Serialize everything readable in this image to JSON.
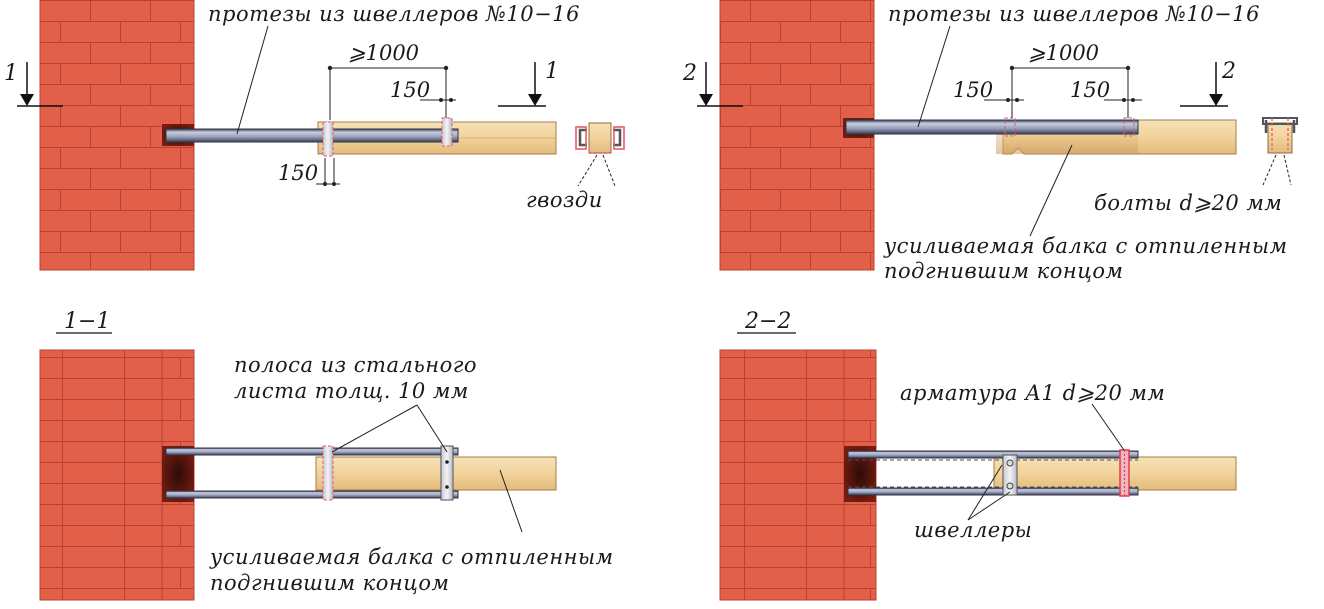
{
  "colors": {
    "brick": "#e2604a",
    "mortar": "#b9412f",
    "wood": "#f3d9a8",
    "wood_dark": "#d4a970",
    "steel": "#9aa0b8",
    "steel_dark": "#4a4f66",
    "rebar": "#e65a6a"
  },
  "top_left": {
    "callout": "протезы из швеллеров №10−16",
    "dim_main": "⩾1000",
    "dim_a": "150",
    "dim_b": "150",
    "section_mark": "1",
    "fastener_label": "гвозди"
  },
  "top_right": {
    "callout": "протезы из швеллеров №10−16",
    "dim_main": "⩾1000",
    "dim_a": "150",
    "dim_b": "150",
    "section_mark": "2",
    "fastener_label": "болты d⩾20 мм",
    "beam_label_1": "усиливаемая балка с отпиленным",
    "beam_label_2": "подгнившим концом"
  },
  "bottom_left": {
    "section_title": "1−1",
    "strip_label_1": "полоса из стального",
    "strip_label_2": "листа толщ. 10 мм",
    "beam_label_1": "усиливаемая балка с отпиленным",
    "beam_label_2": "подгнившим концом"
  },
  "bottom_right": {
    "section_title": "2−2",
    "rebar_label": "арматура А1 d⩾20 мм",
    "channels_label": "швеллеры"
  }
}
